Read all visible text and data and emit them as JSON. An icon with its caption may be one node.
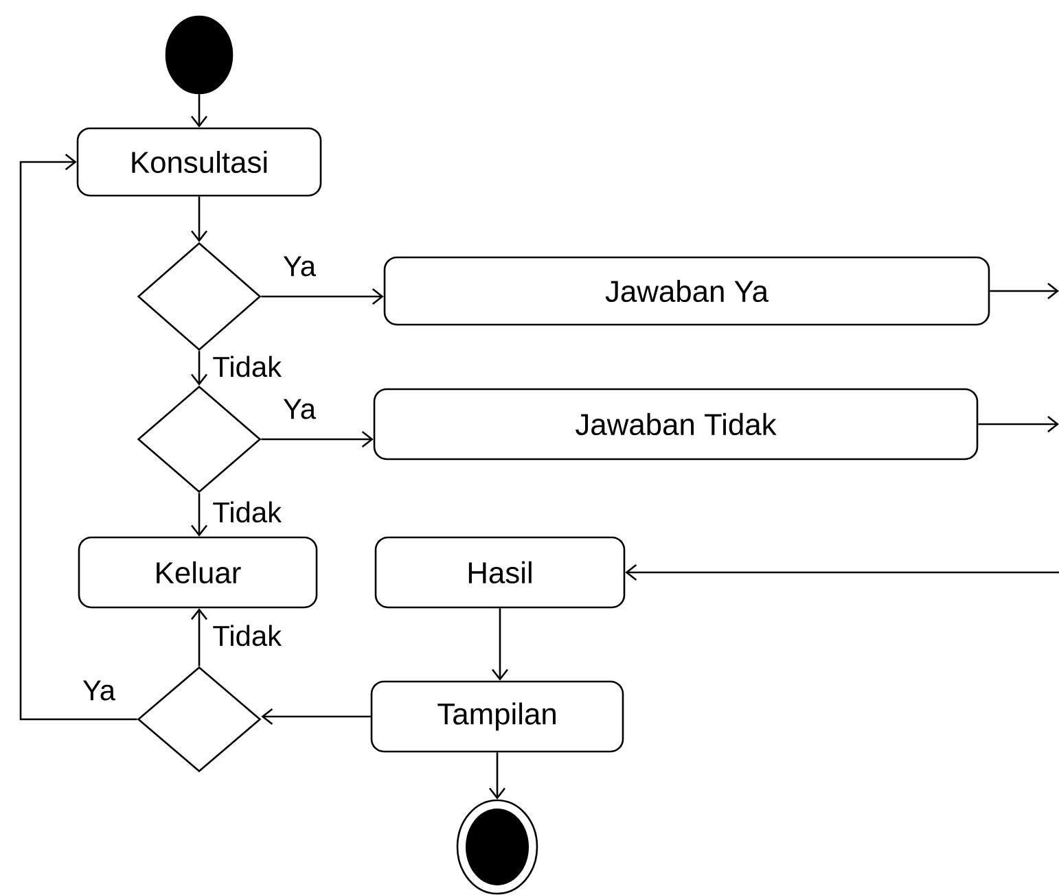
{
  "diagram": {
    "nodes": [
      {
        "text": [],
        "shape": "circle"
      },
      {
        "text": [
          "Konsultasi"
        ]
      },
      {
        "text": [],
        "shape": "diamond"
      },
      {
        "text": [
          "Jawaban Ya"
        ]
      },
      {
        "text": [],
        "shape": "diamond"
      },
      {
        "text": [
          "Jawaban Tidak"
        ]
      },
      {
        "text": [
          "Keluar"
        ]
      },
      {
        "text": [
          "Hasil"
        ]
      },
      {
        "text": [
          "Tampilan"
        ]
      },
      {
        "text": [],
        "shape": "diamond"
      },
      {
        "text": [],
        "shape": "bullseye"
      }
    ],
    "edges": [
      {
        "from": 0,
        "to": 1,
        "arrow": "to"
      },
      {
        "from": 1,
        "to": 2,
        "arrow": "to"
      },
      {
        "from": 2,
        "to": 3,
        "arrow": "to",
        "label": "Ya"
      },
      {
        "from": 2,
        "to": 4,
        "arrow": "to",
        "label": "Tidak"
      },
      {
        "from": 4,
        "to": 5,
        "arrow": "to",
        "label": "Ya"
      },
      {
        "from": 4,
        "to": 6,
        "arrow": "to",
        "label": "Tidak"
      },
      {
        "from": 3,
        "to": null,
        "arrow": "to"
      },
      {
        "from": 5,
        "to": null,
        "arrow": "to"
      },
      {
        "from": null,
        "to": 7,
        "arrow": "to"
      },
      {
        "from": 7,
        "to": 8,
        "arrow": "to"
      },
      {
        "from": 8,
        "to": 9,
        "arrow": "to"
      },
      {
        "from": 9,
        "to": 6,
        "arrow": "to",
        "label": "Tidak"
      },
      {
        "from": 9,
        "to": 1,
        "arrow": "to",
        "label": "Ya"
      },
      {
        "from": 8,
        "to": 10,
        "arrow": "to"
      }
    ]
  }
}
